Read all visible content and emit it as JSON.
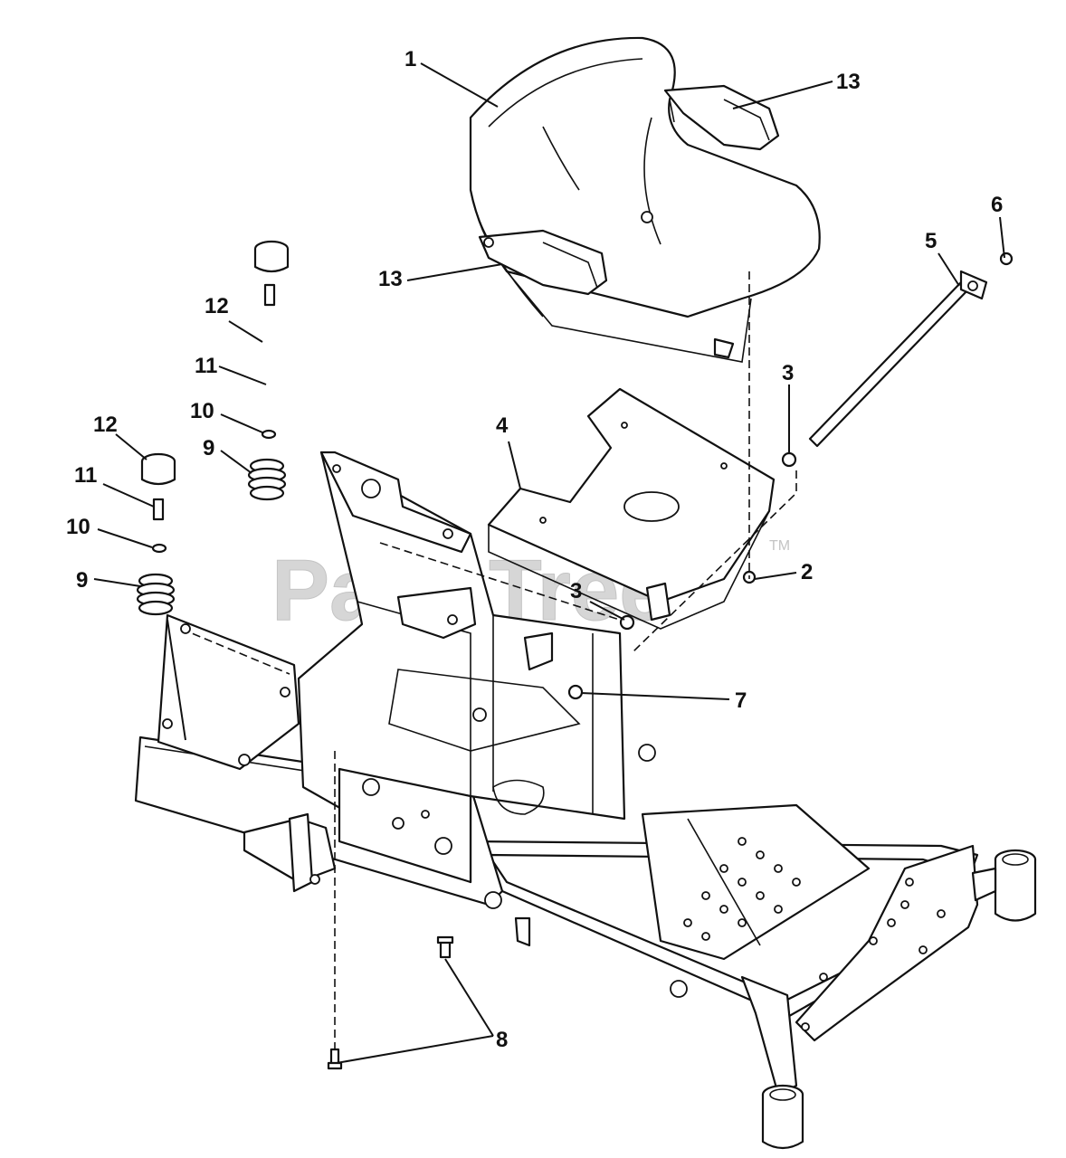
{
  "watermark": {
    "text": "PartsTree",
    "tm": "TM"
  },
  "callouts": [
    {
      "label": "1"
    },
    {
      "label": "13"
    },
    {
      "label": "13"
    },
    {
      "label": "6"
    },
    {
      "label": "5"
    },
    {
      "label": "12"
    },
    {
      "label": "11"
    },
    {
      "label": "10"
    },
    {
      "label": "9"
    },
    {
      "label": "12"
    },
    {
      "label": "11"
    },
    {
      "label": "10"
    },
    {
      "label": "9"
    },
    {
      "label": "4"
    },
    {
      "label": "3"
    },
    {
      "label": "3"
    },
    {
      "label": "2"
    },
    {
      "label": "7"
    },
    {
      "label": "8"
    }
  ]
}
